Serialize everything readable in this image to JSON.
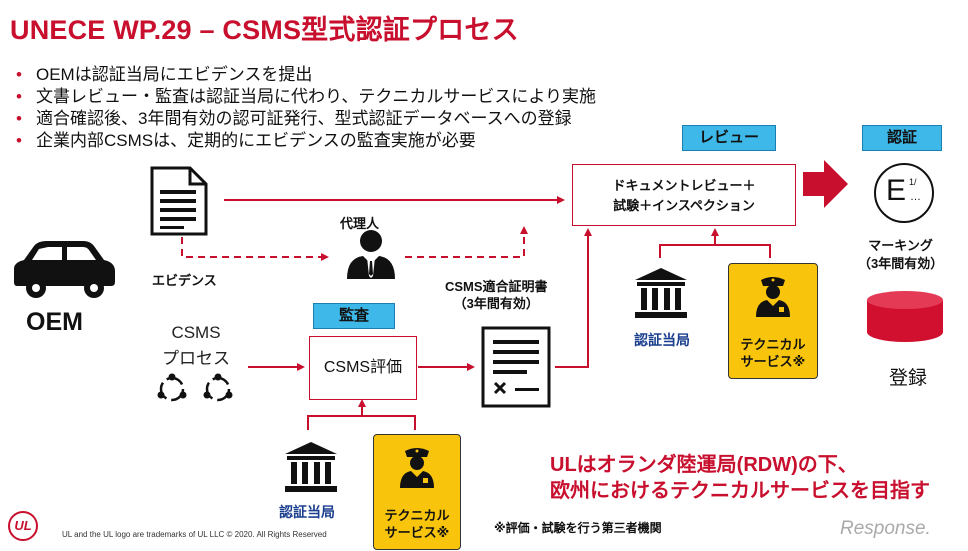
{
  "title": "UNECE WP.29 – CSMS型式認証プロセス",
  "bullets": [
    "OEMは認証当局にエビデンスを提出",
    "文書レビュー・監査は認証当局に代わり、テクニカルサービスにより実施",
    "適合確認後、3年間有効の認可証発行、型式認証データベースへの登録",
    "企業内部CSMSは、定期的にエビデンスの監査実施が必要"
  ],
  "oem_label": "OEM",
  "evidence_label": "エビデンス",
  "agent_label": "代理人",
  "csms_process": [
    "CSMS",
    "プロセス"
  ],
  "audit_tag": "監査",
  "csms_eval": "CSMS評価",
  "certificate": [
    "CSMS適合証明書",
    "（3年間有効）"
  ],
  "review_tag": "レビュー",
  "review_box": [
    "ドキュメントレビュー＋",
    "試験＋インスペクション"
  ],
  "cert_tag": "認証",
  "e_mark": {
    "letter": "E",
    "sup": "1/",
    "dots": "…"
  },
  "marking": [
    "マーキング",
    "（3年間有効）"
  ],
  "registration": "登録",
  "authority_review": "認証当局",
  "techservice_review": [
    "テクニカル",
    "サービス※"
  ],
  "authority_audit": "認証当局",
  "techservice_audit": [
    "テクニカル",
    "サービス※"
  ],
  "ul_note": [
    "ULはオランダ陸運局(RDW)の下、",
    "欧州におけるテクニカルサービスを目指す"
  ],
  "footnote": "※評価・試験を行う第三者機関",
  "trademark": "UL and the UL logo are trademarks of UL LLC © 2020. All Rights Reserved",
  "ul_logo": "UL",
  "watermark": "Response.",
  "colors": {
    "red": "#c8102e",
    "blue": "#3db8e8",
    "yellow": "#f8c50c"
  }
}
